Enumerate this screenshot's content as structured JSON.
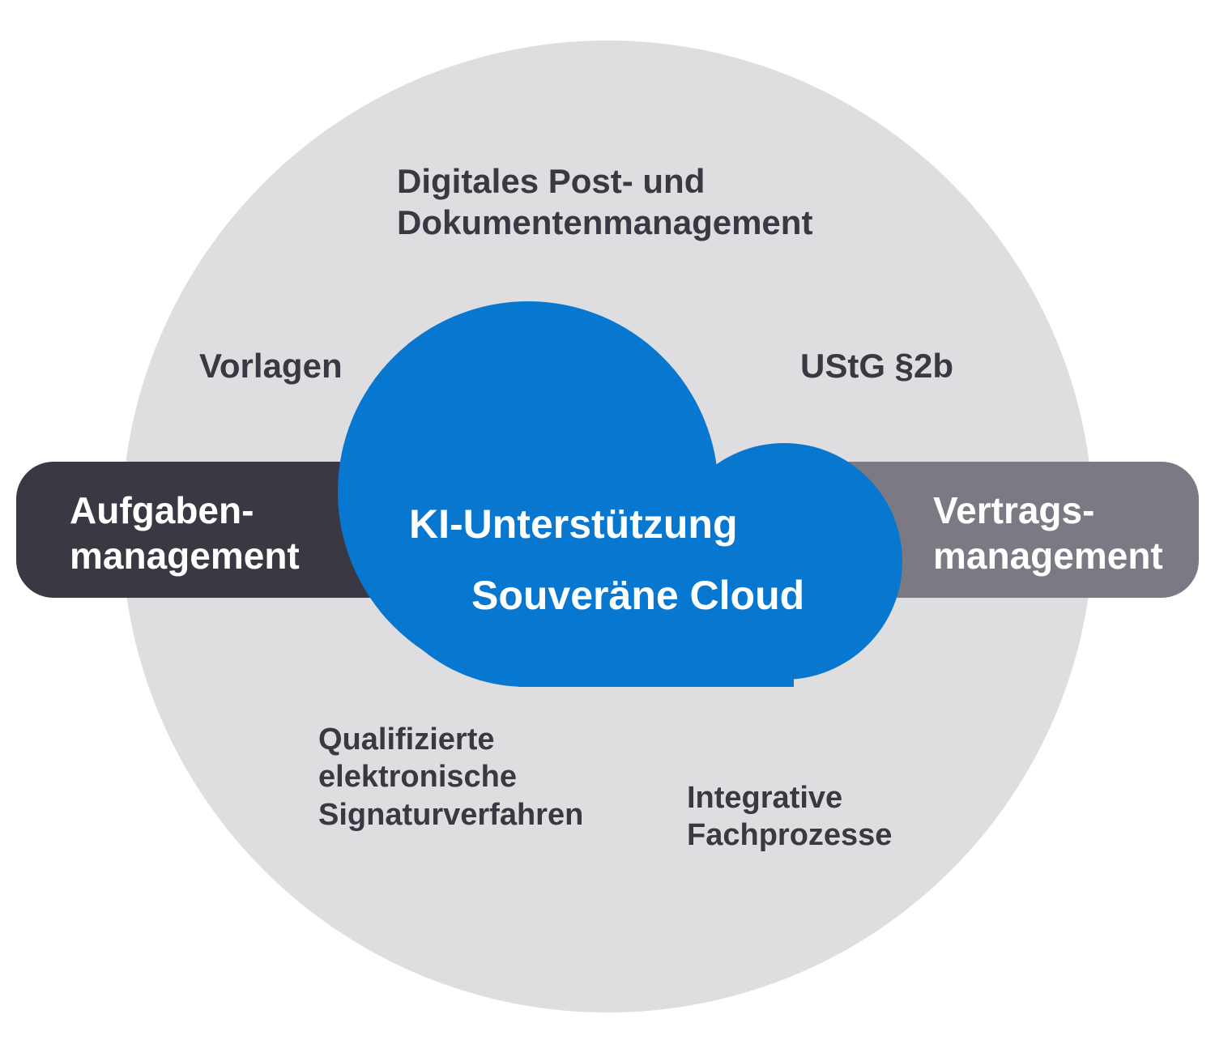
{
  "colors": {
    "circle": "#dedee0",
    "left_bar": "#3a3842",
    "right_bar": "#7b7984",
    "cloud": "#0777cf",
    "dark_text": "#3a3842",
    "light_text": "#ffffff"
  },
  "outer_ring": {
    "top_item": "Digitales Post- und\nDokumentenmanagement",
    "upper_left_item": "Vorlagen",
    "upper_right_item": "UStG §2b",
    "lower_left_item": "Qualifizierte\nelektronische\nSignaturverfahren",
    "lower_right_item": "Integrative\nFachprozesse"
  },
  "bars": {
    "left": "Aufgaben-\nmanagement",
    "right": "Vertrags-\nmanagement"
  },
  "cloud": {
    "line1": "KI-Unterstützung",
    "line2": "Souveräne Cloud"
  }
}
